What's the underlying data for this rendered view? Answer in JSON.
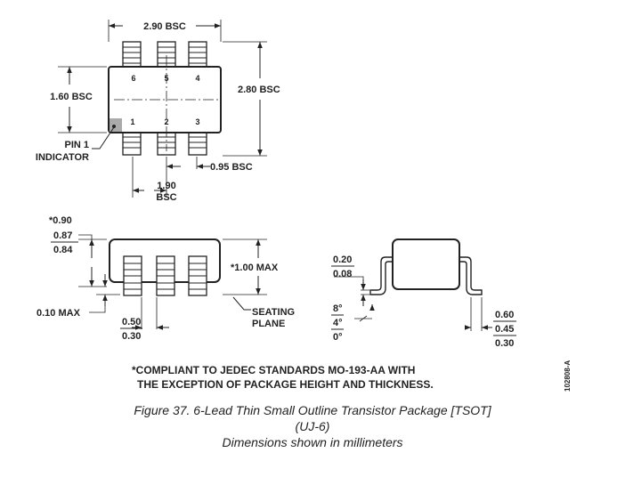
{
  "top_view": {
    "dim_width": "2.90 BSC",
    "dim_body_height": "1.60 BSC",
    "dim_overall_height": "2.80 BSC",
    "dim_pitch": "0.95 BSC",
    "dim_span_line1": "1.90",
    "dim_span_line2": "BSC",
    "pin1_line1": "PIN 1",
    "pin1_line2": "INDICATOR",
    "pins_top": [
      "6",
      "5",
      "4"
    ],
    "pins_bottom": [
      "1",
      "2",
      "3"
    ]
  },
  "side_view": {
    "dim_a_note": "*0.90",
    "dim_a_max": "0.87",
    "dim_a_min": "0.84",
    "dim_max_height": "*1.00 MAX",
    "dim_standoff": "0.10 MAX",
    "dim_lead_max": "0.50",
    "dim_lead_min": "0.30",
    "seating_line1": "SEATING",
    "seating_line2": "PLANE"
  },
  "end_view": {
    "dim_thick_max": "0.20",
    "dim_thick_min": "0.08",
    "angle_max": "8°",
    "angle_nom": "4°",
    "angle_min": "0°",
    "dim_foot_max": "0.60",
    "dim_foot_nom": "0.45",
    "dim_foot_min": "0.30"
  },
  "note": {
    "line1": "*COMPLIANT TO JEDEC STANDARDS MO-193-AA WITH",
    "line2": "THE EXCEPTION OF PACKAGE HEIGHT AND THICKNESS."
  },
  "drawing_code": "102808-A",
  "caption": {
    "line1": "Figure 37. 6-Lead Thin Small Outline Transistor Package [TSOT]",
    "line2": "(UJ-6)",
    "line3": "Dimensions shown in millimeters"
  }
}
